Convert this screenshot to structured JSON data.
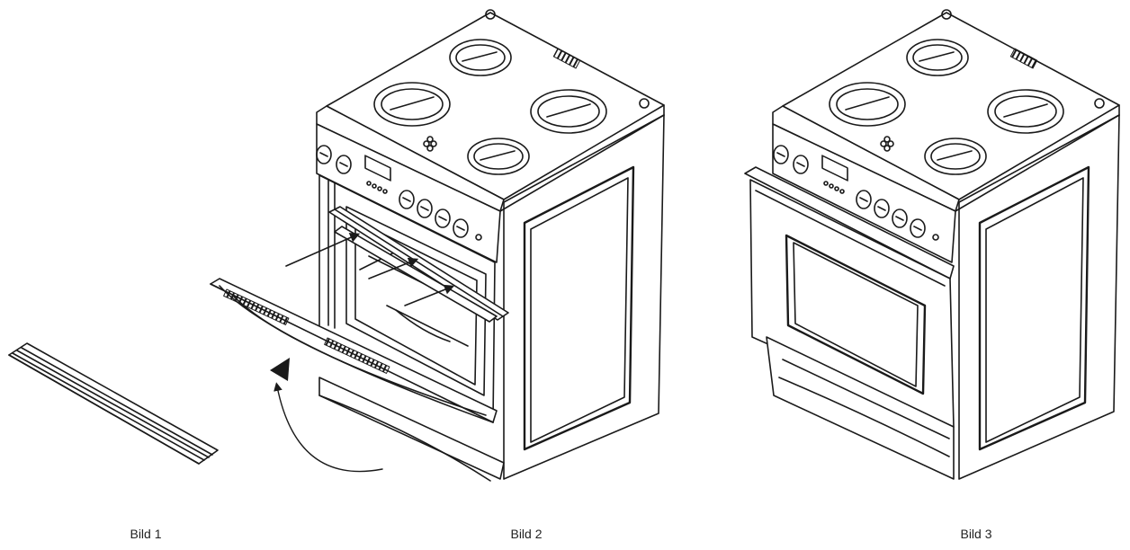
{
  "figures": [
    {
      "caption": "Bild 1",
      "depicts": "Door rail strip"
    },
    {
      "caption": "Bild 2",
      "depicts": "Cooker with oven door open and rail being inserted"
    },
    {
      "caption": "Bild 3",
      "depicts": "Cooker with oven door closed"
    }
  ],
  "colors": {
    "line": "#1a1a1a",
    "background": "#ffffff"
  },
  "icons": [
    "rotation-arrow-icon",
    "insertion-arrow-icon",
    "vent-grille-icon"
  ]
}
